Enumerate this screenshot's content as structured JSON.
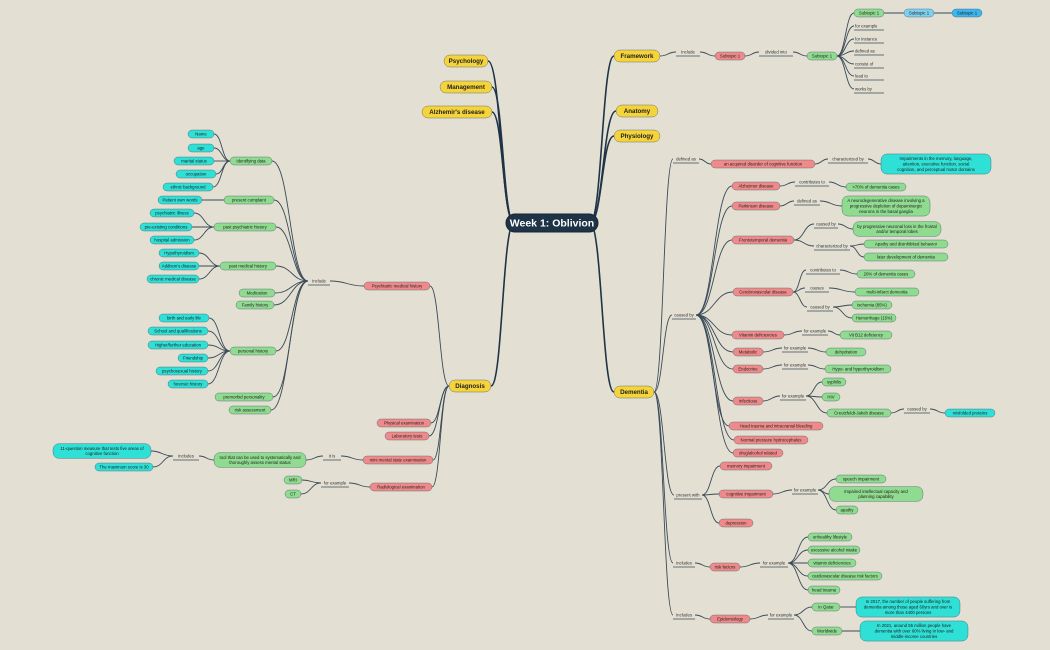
{
  "colors": {
    "background": "#e3e0d3",
    "root": "#1f3347",
    "yellow": "#f5d33a",
    "red": "#f08a8a",
    "green": "#8fdb8f",
    "cyan": "#2ee0d6",
    "blue_light": "#7cd1f2",
    "blue": "#3ab6f0",
    "line": "#3a4a58"
  },
  "nodes": {
    "root": "Week 1: Oblivion",
    "psychology": "Psychology",
    "management": "Management",
    "alzheimers_disease": "Alzhemir's disease",
    "framework": "Framework",
    "anatomy": "Anatomy",
    "physiology": "Physiology",
    "dementia": "Dementia",
    "diagnosis": "Diagnosis",
    "fw_include": "Include",
    "fw_subtopic1": "Subtopic 1",
    "fw_divided_into": "divided into",
    "fw_subtopic1b": "Subtopic 1",
    "fw_subtopic1c": "Subtopic 1",
    "fw_subtopic1d": "Subtopic 1",
    "fw_subtopic1e": "Subtopic 1",
    "fw_for_example": "for example",
    "fw_for_instance": "for instance",
    "fw_defined_as": "defined as",
    "fw_consist_of": "consist of",
    "fw_lead_to": "lead to",
    "fw_works_by": "works by",
    "dem_defined_as": "defined as",
    "dem_acquired": "an acquired disorder of cognitive function",
    "dem_characterized_by": "characterized by",
    "dem_impairments": "Impairments in the memory, language, attention, executive function, social cognition, and perceptual motor domains",
    "dem_caused_by": "caused by",
    "alz": "Alzheimer disease",
    "alz_contributes": "contributes to",
    "alz_70": ">70% of dementia cases",
    "park": "Parkinson disease",
    "park_defined": "defined as",
    "park_def": "A neurodegenerative disease involving a progressive depletion of dopaminergic neurons in the basal ganglia",
    "ftd": "Frontotemporal dementia",
    "ftd_caused": "caused by",
    "ftd_cause": "by progressive neuronal loss in the frontal and/or temporal lobes",
    "ftd_characterized": "characterized by",
    "ftd_apathy": "Apathy and disinhibited behavior",
    "ftd_late": "later development of dementia",
    "cvd": "Cerebrovascular disease",
    "cvd_contributes": "contributes to",
    "cvd_20": "20% of dementia cases",
    "cvd_causes": "causes",
    "cvd_multi": "multi-infarct dementia",
    "cvd_caused_by": "caused by",
    "cvd_ischemia": "ischemia (85%)",
    "cvd_hemorrhage": "Hemorrhage (15%)",
    "vit": "Vitamin deficiencies",
    "vit_for_example": "for example",
    "vit_b12": "Vit B12 deficiency",
    "met": "Metabolic",
    "met_for_example": "for example",
    "met_dehydration": "dehydration",
    "endo": "Endocrine",
    "endo_for_example": "for example",
    "endo_thyroid": "Hypo- and hyperthyroidism",
    "inf": "Infectious",
    "inf_for_example": "for example",
    "inf_syphilis": "syphilis",
    "inf_hiv": "HIV",
    "inf_cjd": "Creutzfeldt-Jakob disease",
    "inf_caused_by": "caused by",
    "inf_prions": "misfolded proteins",
    "head_trauma": "Head trauma and intracranial bleeding",
    "nph": "Normal pressure hydrocephalus",
    "drug": "drug/alcohol related",
    "dem_present_with": "present with",
    "memory": "memory impairment",
    "cognitive": "cognitive impairment",
    "cog_for_example": "for example",
    "cog_speech": "speech impairment",
    "cog_intellect": "Impaired intellectual capacity and planning capability",
    "cog_apathy": "apathy",
    "depression": "depression",
    "dem_includes1": "includes",
    "risk": "risk factors",
    "risk_for_example": "for example",
    "risk_unhealthy": "unhealthy lifestyle",
    "risk_alcohol": "excessive alcohol intake",
    "risk_vitamin": "vitamin deficiencies",
    "risk_cardio": "cardiovascular disease risk factors",
    "risk_head": "head trauma",
    "dem_includes2": "Includes",
    "epi": "Epidemiology",
    "epi_for_example": "for example",
    "epi_qatar": "In Qatar",
    "epi_qatar_text": "In 2017, the number of people suffering from dementia among those aged 60yrs and over is more than 4400 persons",
    "epi_world": "Worldwide",
    "epi_world_text": "In 2021, around 55 million people have dementia with over 60% living in low- and middle-income countries",
    "diag_include": "Include",
    "pmh": "Psychiatric medical history",
    "id_data": "Identifying data",
    "id_name": "Name",
    "id_age": "age",
    "id_marital": "marital status",
    "id_occupation": "occupation",
    "id_ethnic": "ethnic background",
    "complaint": "present complaint",
    "complaint_sub": "Patient own words",
    "past_psych": "past psychiatric history",
    "pp_illness": "psychiatric illness",
    "pp_preexisting": "pre-existing conditions",
    "pp_admission": "hospital admission",
    "past_med": "past medical history",
    "pm_hypo": "Hypothyroidism",
    "pm_addison": "Addison's disease",
    "pm_chronic": "chronic medical disease",
    "medication": "Medication",
    "family": "Family history",
    "personal": "personal history",
    "ph_birth": "birth and early life",
    "ph_school": "School and qualifications",
    "ph_higher": "Higher/further education",
    "ph_friendship": "Friendship",
    "ph_psychosexual": "psychosexual history",
    "ph_forensic": "forensic history",
    "premorbid": "premorbid personality",
    "risk_assess": "risk assessment",
    "phys_exam": "Physical examination",
    "lab_tests": "Laboratory tests",
    "mmse": "mini mental state examination",
    "mmse_it_is": "it is",
    "mmse_tool": "tool that can be used to systematically and thoroughly assess mental status",
    "mmse_includes": "includes",
    "mmse_11q": "11-question measure that tests five areas of cognitive function",
    "mmse_max": "The maximum score is 30",
    "radio": "Radiological examination",
    "radio_for_example": "for example",
    "radio_mri": "MRI",
    "radio_ct": "CT"
  }
}
